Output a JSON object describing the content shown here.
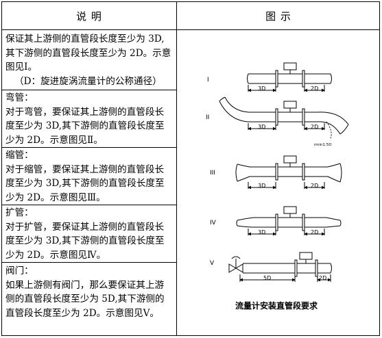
{
  "header": {
    "left": "说  明",
    "right": "图  示"
  },
  "rows": [
    {
      "lines": [
        "保证其上游侧的直管段长度至少为 3D,",
        "其下游侧的直管段长度至少为 2D。示意",
        "图见Ⅰ。"
      ],
      "note": "（D：旋进旋涡流量计的公称通径）"
    },
    {
      "title": "弯管：",
      "lines": [
        "对于弯管，要保证其上游侧的直管段长",
        "度至少为 3D,其下游侧的直管段长度至",
        "少为 2D。示意图见Ⅱ。"
      ]
    },
    {
      "title": "缩管：",
      "lines": [
        "对于缩管，要保证其上游侧的直管段长",
        "度至少为 3D,其下游侧的直管段长度至",
        "少为 2D。示意图见Ⅲ。"
      ]
    },
    {
      "title": "扩管：",
      "lines": [
        "对于扩管，要保证其上游侧的直管段长",
        "度至少为 3D,其下游侧的直管段长度至",
        "少为 2D。示意图见Ⅳ。"
      ]
    },
    {
      "title": "阀门：",
      "lines": [
        "如果上游侧有阀门，那么要保证其上游",
        "侧的直管段长度至少为 5D,其下游侧的",
        "直管段长度至少为 2D。示意图见Ⅴ。"
      ]
    }
  ],
  "diagram": {
    "labels": [
      "I",
      "II",
      "III",
      "IV",
      "V"
    ],
    "dims": {
      "d3": "3D",
      "d2": "2D",
      "d5": "5D",
      "rmin": "rmin1.5D"
    },
    "caption": "流量计安装直管段要求"
  }
}
